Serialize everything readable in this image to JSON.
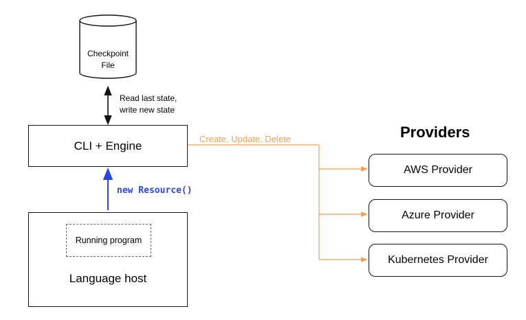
{
  "checkpoint": {
    "label_line1": "Checkpoint",
    "label_line2": "File"
  },
  "state_note": {
    "line1": "Read last state,",
    "line2": "write new state"
  },
  "engine": {
    "label": "CLI + Engine"
  },
  "language_host": {
    "label": "Language host",
    "inner_label": "Running program"
  },
  "new_resource": {
    "label": "new Resource()"
  },
  "crud": {
    "label": "Create, Update, Delete"
  },
  "providers": {
    "title": "Providers",
    "items": [
      {
        "label": "AWS Provider"
      },
      {
        "label": "Azure Provider"
      },
      {
        "label": "Kubernetes Provider"
      }
    ]
  },
  "colors": {
    "crud_orange": "#f0a050",
    "new_resource_blue": "#2b45e0",
    "line_black": "#111111"
  }
}
